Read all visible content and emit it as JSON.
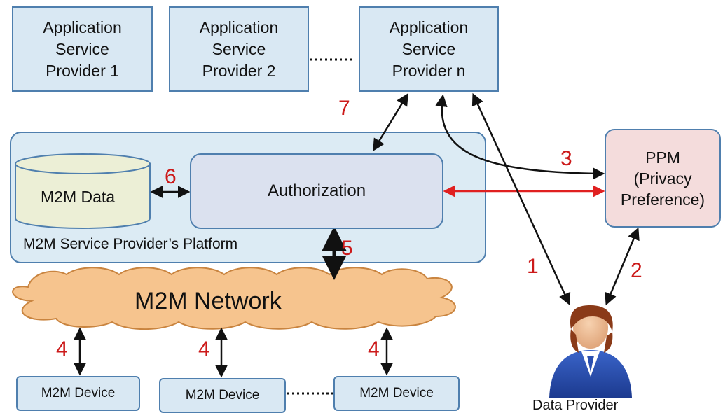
{
  "service_providers": [
    {
      "lines": [
        "Application",
        "Service",
        "Provider 1"
      ]
    },
    {
      "lines": [
        "Application",
        "Service",
        "Provider 2"
      ]
    },
    {
      "lines": [
        "Application",
        "Service",
        "Provider n"
      ]
    }
  ],
  "platform": {
    "label": "M2M Service Provider’s Platform",
    "data_store": "M2M Data",
    "authorization": "Authorization"
  },
  "ppm": {
    "lines": [
      "PPM",
      "(Privacy",
      "Preference)"
    ]
  },
  "network": {
    "label": "M2M Network"
  },
  "devices": [
    "M2M Device",
    "M2M Device",
    "M2M Device"
  ],
  "data_provider": {
    "label": "Data Provider"
  },
  "flow_numbers": {
    "n1": "1",
    "n2": "2",
    "n3": "3",
    "n4a": "4",
    "n4b": "4",
    "n4c": "4",
    "n5": "5",
    "n6": "6",
    "n7": "7"
  },
  "colors": {
    "box_fill": "#d9e8f3",
    "box_border": "#4f7fae",
    "auth_fill": "#dbe1ef",
    "ppm_fill": "#f4dcdc",
    "cloud_fill": "#f6c48e",
    "cloud_border": "#c9843f",
    "cylinder_fill": "#ecefd6",
    "number_red": "#cc1a1a",
    "red_arrow": "#e02020"
  }
}
